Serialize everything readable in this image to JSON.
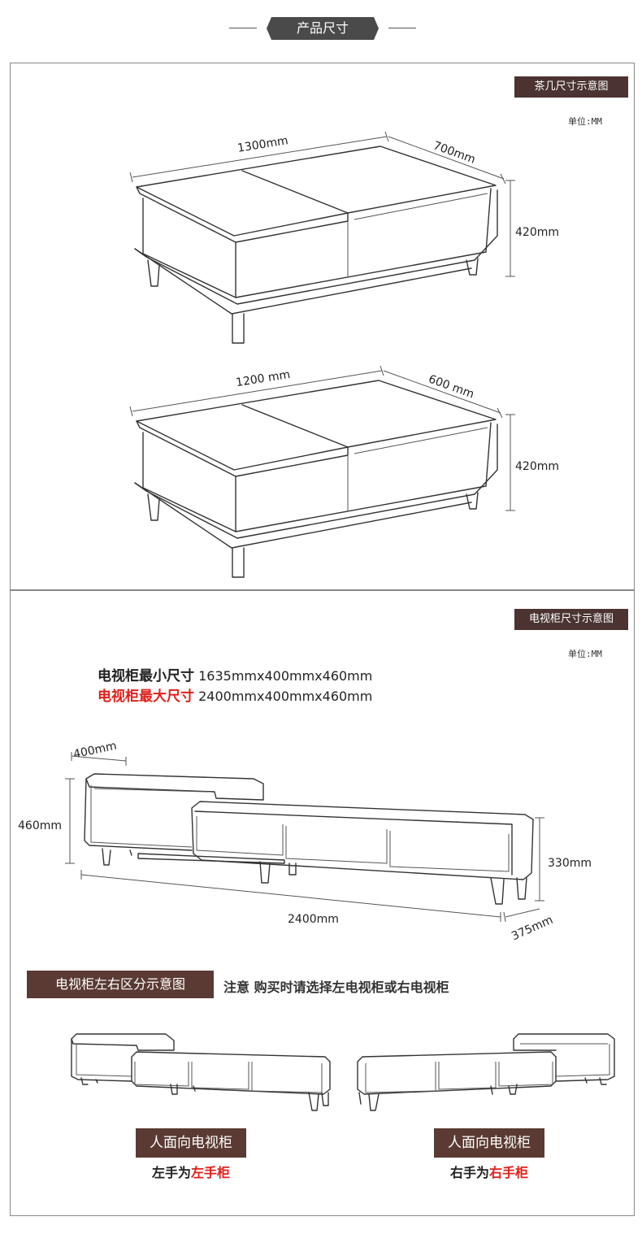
{
  "header": {
    "title": "产品尺寸"
  },
  "coffee_table": {
    "tag": "茶几尺寸示意图",
    "unit": "单位:MM",
    "large": {
      "length": "1300mm",
      "depth": "700mm",
      "height": "420mm"
    },
    "small": {
      "length": "1200 mm",
      "depth": "600 mm",
      "height": "420mm"
    }
  },
  "tv_cabinet": {
    "tag": "电视柜尺寸示意图",
    "unit": "单位:MM",
    "min_label": "电视柜最小尺寸",
    "min_value": "1635mmx400mmx460mm",
    "max_label": "电视柜最大尺寸",
    "max_value": "2400mmx400mmx460mm",
    "dims": {
      "depth_top": "400mm",
      "height_left": "460mm",
      "height_right": "330mm",
      "length": "2400mm",
      "depth_low": "375mm"
    }
  },
  "sides": {
    "tag": "电视柜左右区分示意图",
    "note": "注意 购买时请选择左电视柜或右电视柜",
    "left": {
      "badge": "人面向电视柜",
      "caption_prefix": "左手为",
      "caption_highlight": "左手柜"
    },
    "right": {
      "badge": "人面向电视柜",
      "caption_prefix": "右手为",
      "caption_highlight": "右手柜"
    }
  },
  "colors": {
    "tag_bg": "#4a3330",
    "brown_tag": "#5a3a33",
    "header_badge": "#4a4a4a",
    "highlight_red": "#e0201b"
  }
}
